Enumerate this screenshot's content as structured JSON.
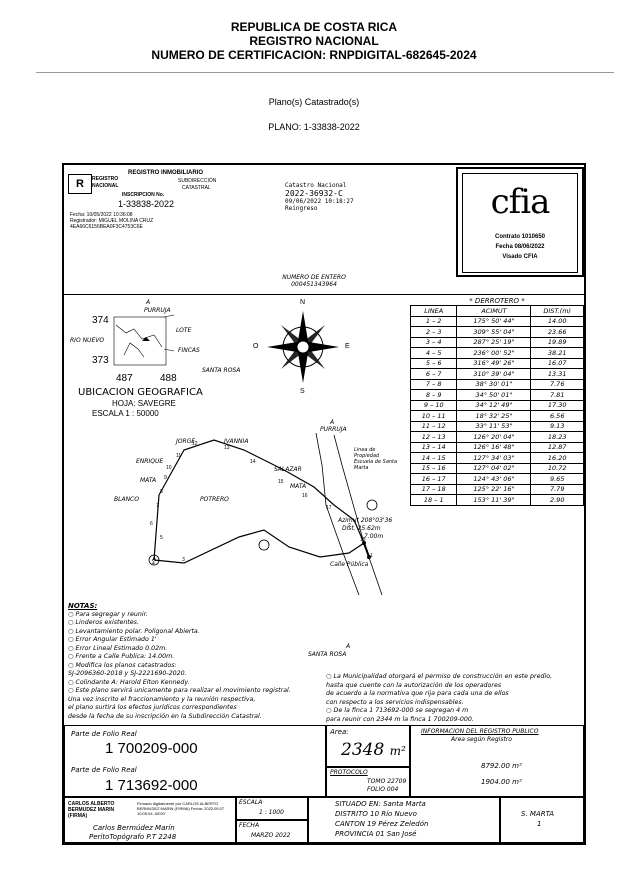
{
  "header": {
    "line1": "REPUBLICA DE COSTA RICA",
    "line2": "REGISTRO NACIONAL",
    "line3": "NUMERO DE CERTIFICACION: RNPDIGITAL-682645-2024",
    "section_title": "Plano(s) Catastrado(s)",
    "plano_label": "PLANO: 1-33838-2022"
  },
  "stamp": {
    "org_line1": "REGISTRO",
    "org_line2": "NACIONAL",
    "title": "REGISTRO INMOBILIARIO",
    "subtitle1": "SUBDIRECCIÓN",
    "subtitle2": "CATASTRAL",
    "inscription_label": "INSCRIPCION No.",
    "inscription_number": "1-33838-2022",
    "fecha": "Fecha:      10/05/2022 10:36:08",
    "registrador": "Registrador: MIGUEL MOLINA CRUZ",
    "hash": "4EA66C6156BEA0F3C4753C6E"
  },
  "catastro": {
    "label": "Catastro Nacional",
    "number": "2022-36932-C",
    "date": "09/06/2022 10:18:27",
    "status": "Reingreso"
  },
  "cfia": {
    "logo": "cfia",
    "contrato": "Contrato 1010650",
    "fecha": "Fecha 08/06/2022",
    "visado": "Visado CFIA"
  },
  "entero": {
    "label": "NUMERO DE ENTERO",
    "number": "000451343964"
  },
  "location_map": {
    "purruja": "PURRUJA",
    "rio_nuevo": "RIO NUEVO",
    "lote": "LOTE",
    "fincas": "FINCAS",
    "santa_rosa": "SANTA ROSA",
    "a_label": "A",
    "grid_374": "374",
    "grid_373": "373",
    "grid_487": "487",
    "grid_488": "488",
    "ubicacion": "UBICACION GEOGRAFICA",
    "hoja": "HOJA:  SAVEGRE",
    "escala": "ESCALA  1 : 50000"
  },
  "compass": {
    "n": "N",
    "s": "S",
    "e": "E",
    "o": "O"
  },
  "derrotero": {
    "title": "* DERROTERO *",
    "headers": [
      "LINEA",
      "ACIMUT",
      "DIST.(m)"
    ],
    "rows": [
      [
        "1 – 2",
        "175° 50' 44\"",
        "14.00"
      ],
      [
        "2 – 3",
        "309° 55' 04\"",
        "23.66"
      ],
      [
        "3 – 4",
        "287° 25' 19\"",
        "19.89"
      ],
      [
        "4 – 5",
        "236° 00' 52\"",
        "38.21"
      ],
      [
        "5 – 6",
        "316° 49' 26\"",
        "16.07"
      ],
      [
        "6 – 7",
        "310° 39' 04\"",
        "13.31"
      ],
      [
        "7 – 8",
        "38° 30' 01\"",
        "7.76"
      ],
      [
        "8 – 9",
        "34° 50' 01\"",
        "7.81"
      ],
      [
        "9 – 10",
        "34° 12' 49\"",
        "17.30"
      ],
      [
        "10 – 11",
        "18° 32' 25\"",
        "6.56"
      ],
      [
        "11 – 12",
        "33° 11' 53\"",
        "9.13"
      ],
      [
        "12 – 13",
        "126° 20' 04\"",
        "18.23"
      ],
      [
        "13 – 14",
        "126° 16' 48\"",
        "12.87"
      ],
      [
        "14 – 15",
        "127° 34' 03\"",
        "16.20"
      ],
      [
        "15 – 16",
        "127° 04' 02\"",
        "10.72"
      ],
      [
        "16 – 17",
        "124° 43' 06\"",
        "9.65"
      ],
      [
        "17 – 18",
        "125° 22' 16\"",
        "7.79"
      ],
      [
        "18 – 1",
        "153° 11' 39\"",
        "2.90"
      ]
    ]
  },
  "plot": {
    "purruja": "PURRUJA",
    "a_top": "A",
    "jorge": "JORGE",
    "ivannia": "IVANNIA",
    "enrique": "ENRIQUE",
    "salazar": "SALAZAR",
    "mata1": "MATA",
    "mata2": "MATA",
    "blanco": "BLANCO",
    "potrero": "POTRERO",
    "linea_prop": "Linea de Propiedad Escuela de Santa Marta",
    "azimut": "Azimut 208°03'36",
    "dist": "Dist. 25.62m",
    "calle": "Calle Pública",
    "ancho": "7.00m",
    "santa_rosa": "SANTA ROSA",
    "a_bottom": "A",
    "circle_a": "A",
    "points": [
      "1",
      "2",
      "3",
      "4",
      "5",
      "6",
      "7",
      "8",
      "9",
      "10",
      "11",
      "12",
      "13",
      "14",
      "15",
      "16",
      "17",
      "18"
    ]
  },
  "notes": {
    "title": "NOTAS:",
    "items": [
      "○ Para segregar y reunir.",
      "○ Linderos existentes.",
      "○ Levantamiento polar. Poligonal Abierta.",
      "○ Error Angular Estimado 1'",
      "○ Error Lineal Estimado 0.02m.",
      "○ Frente a Calle Publica: 14.00m.",
      "○ Modifica los planos catastrados:",
      "   SJ-2096360-2018 y SJ-2221690-2020.",
      "○ Colindante A: Harold Elton Kennedy.",
      "○ Este plano servirá unicamente para realizar el movimiento registral.",
      "   Una vez inscrito el fraccionamiento y la reunión respectiva,",
      "   el plano surtirá los efectos jurídicos correspondientes",
      "   desde la fecha de su inscripción en la Subdirección Catastral."
    ],
    "right_items": [
      "○ La Municipalidad otorgará el permiso de construcción en este predio,",
      "   hasta que cuente con la autorización de los operadores",
      "   de acuerdo a la normativa que rija para cada una de ellos",
      "   con respecto a los servicios indispensables.",
      "○ De la finca 1 713692-000 se segregan 4 m",
      "   para reunir con 2344 m la finca 1 700209-000."
    ]
  },
  "folio1": {
    "label": "Parte de Folio Real",
    "number": "1 700209-000"
  },
  "folio2": {
    "label": "Parte de Folio Real",
    "number": "1 713692-000"
  },
  "area": {
    "label": "Area:",
    "value": "2348",
    "unit": "m²"
  },
  "protocolo": {
    "label": "PROTOCOLO",
    "tomo": "TOMO 22709",
    "folio": "FOLIO 004"
  },
  "registro_info": {
    "title": "INFORMACION DEL REGISTRO PUBLICO",
    "subtitle": "Area según Registro",
    "area1": "8792.00 m²",
    "area2": "1904.00 m²"
  },
  "signature": {
    "name": "CARLOS ALBERTO BERMUDEZ MARIN (FIRMA)",
    "digital": "Firmado digitalmente por CARLOS ALBERTO BERMUDEZ MARIN (FIRMA) Fecha: 2022.05.07 10:05:04 -06'00'",
    "printed_name": "Carlos Bermúdez Marín",
    "title": "PeritoTopógrafo  P.T 2248"
  },
  "escala": {
    "label": "ESCALA",
    "value": "1 : 1000"
  },
  "fecha": {
    "label": "FECHA",
    "value": "MARZO 2022"
  },
  "situado": {
    "line1": "SITUADO EN: Santa Marta",
    "line2": "DISTRITO  10 Río Nuevo",
    "line3": "CANTON  19 Pérez Zeledón",
    "line4": "PROVINCIA  01 San José"
  },
  "sheet": {
    "name": "S. MARTA",
    "num": "1"
  }
}
